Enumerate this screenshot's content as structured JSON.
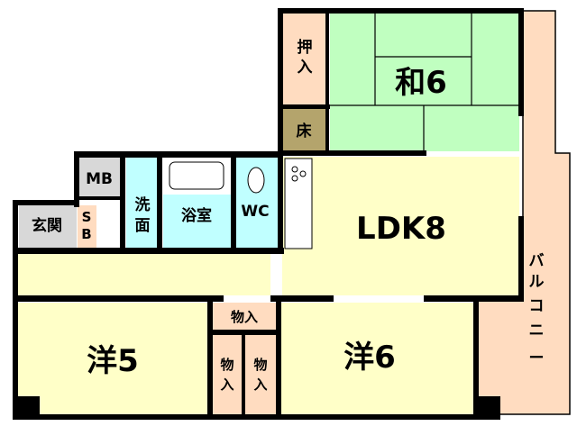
{
  "colors": {
    "wall": "#000000",
    "japanese_room": "#c0ffc0",
    "western_room": "#ffffc8",
    "storage": "#ffdcc0",
    "entrance": "#d8d8d8",
    "wet_area": "#c0ffff",
    "tokonoma": "#b4a46c",
    "balcony": "#ffdcc0"
  },
  "rooms": {
    "washitsu": "和6",
    "oshiire": [
      "押",
      "入"
    ],
    "tokonoma": "床",
    "ldk": "LDK8",
    "balcony": [
      "バ",
      "ル",
      "コ",
      "ニ",
      "ー"
    ],
    "mb": "MB",
    "senmen": [
      "洗",
      "面"
    ],
    "yokushitsu": "浴室",
    "wc": "WC",
    "genkan": "玄関",
    "sb": [
      "S",
      "B"
    ],
    "yo5": "洋5",
    "yo6": "洋6",
    "closet_top": "物入",
    "closet_left": [
      "物",
      "入"
    ],
    "closet_right": [
      "物",
      "入"
    ]
  }
}
